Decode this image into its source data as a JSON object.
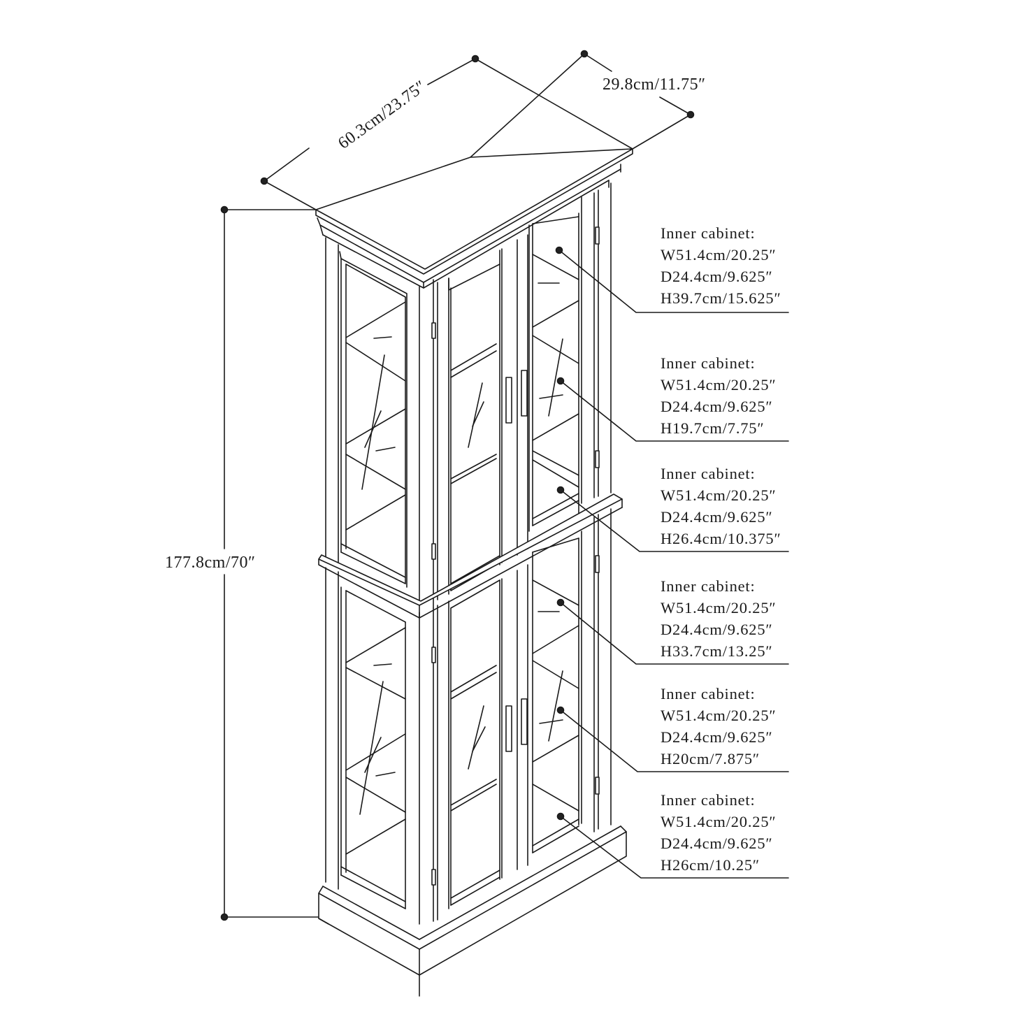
{
  "diagram": {
    "subject": "Curio cabinet dimension drawing",
    "overall_dimensions": {
      "width_label": "60.3cm/23.75″",
      "depth_label": "29.8cm/11.75″",
      "height_label": "177.8cm/70″"
    },
    "inner_cabinets": [
      {
        "title": "Inner cabinet:",
        "width": "W51.4cm/20.25″",
        "depth": "D24.4cm/9.625″",
        "height": "H39.7cm/15.625″"
      },
      {
        "title": "Inner cabinet:",
        "width": "W51.4cm/20.25″",
        "depth": "D24.4cm/9.625″",
        "height": "H19.7cm/7.75″"
      },
      {
        "title": "Inner cabinet:",
        "width": "W51.4cm/20.25″",
        "depth": "D24.4cm/9.625″",
        "height": "H26.4cm/10.375″"
      },
      {
        "title": "Inner cabinet:",
        "width": "W51.4cm/20.25″",
        "depth": "D24.4cm/9.625″",
        "height": "H33.7cm/13.25″"
      },
      {
        "title": "Inner cabinet:",
        "width": "W51.4cm/20.25″",
        "depth": "D24.4cm/9.625″",
        "height": "H20cm/7.875″"
      },
      {
        "title": "Inner cabinet:",
        "width": "W51.4cm/20.25″",
        "depth": "D24.4cm/9.625″",
        "height": "H26cm/10.25″"
      }
    ],
    "colors": {
      "line": "#1a1a1a",
      "background": "#ffffff",
      "marker": "#222222"
    }
  }
}
